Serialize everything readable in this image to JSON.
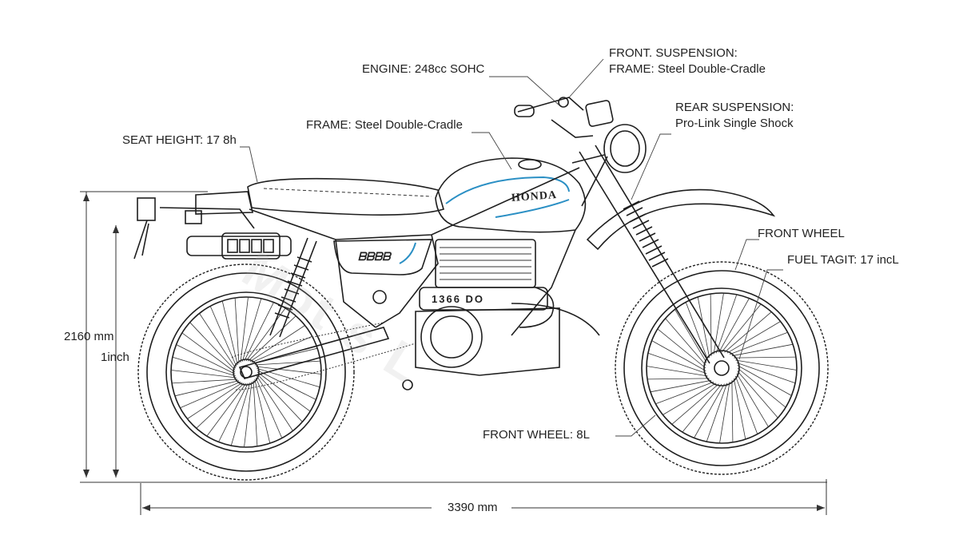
{
  "labels": {
    "engine": "ENGINE: 248cc SOHC",
    "front_suspension_l1": "FRONT. SUSPENSION:",
    "front_suspension_l2": "FRAME: Steel Double-Cradle",
    "frame": "FRAME: Steel Double-Cradle",
    "rear_suspension_l1": "REAR SUSPENSION:",
    "rear_suspension_l2": "Pro-Link Single Shock",
    "seat_height": "SEAT HEIGHT: 17 8h",
    "front_wheel_top": "FRONT WHEEL",
    "fuel_tank": "FUEL TAGIT: 17 incL",
    "front_wheel_bottom": "FRONT WHEEL: 8L"
  },
  "dimensions": {
    "height_mm": "2160 mm",
    "height_inch": "1inch",
    "length": "3390 mm"
  },
  "tank_badge": "HONDA",
  "side_panel_text": "ᗷᗷᗷᗷ",
  "engine_cover_text": "1366 DO",
  "watermark": "Mot  s L",
  "colors": {
    "line": "#1e1e1e",
    "accent": "#2a8fc4",
    "background": "#ffffff"
  }
}
